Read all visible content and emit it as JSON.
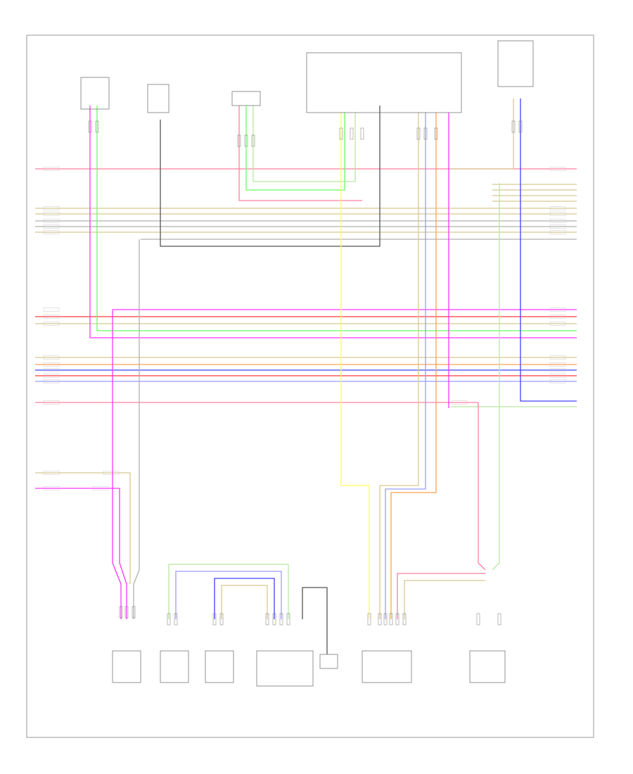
{
  "diagram": {
    "title": "",
    "footer_code": "",
    "wire_colors": {
      "pink": "#ff7fa0",
      "red": "#ff3b3b",
      "magenta": "#ff33ff",
      "green": "#66ff66",
      "yellow": "#ffff55",
      "orange": "#ffa050",
      "blue": "#4040ff",
      "tan": "#d8c890",
      "gray": "#b0b0b0",
      "dark": "#555555",
      "light_green": "#b8e8a0",
      "violet": "#9a9aff"
    },
    "top_components": [
      {
        "id": "c1",
        "label": ""
      },
      {
        "id": "c2",
        "label": ""
      },
      {
        "id": "c3",
        "label": ""
      },
      {
        "id": "c4",
        "label": ""
      },
      {
        "id": "c5",
        "label": ""
      },
      {
        "id": "c6",
        "label": ""
      }
    ],
    "bottom_components": [
      {
        "id": "b1",
        "label": ""
      },
      {
        "id": "b2",
        "label": ""
      },
      {
        "id": "b3",
        "label": ""
      },
      {
        "id": "b4",
        "label": ""
      },
      {
        "id": "b5",
        "label": ""
      },
      {
        "id": "b6",
        "label": ""
      },
      {
        "id": "b7",
        "label": ""
      }
    ]
  }
}
